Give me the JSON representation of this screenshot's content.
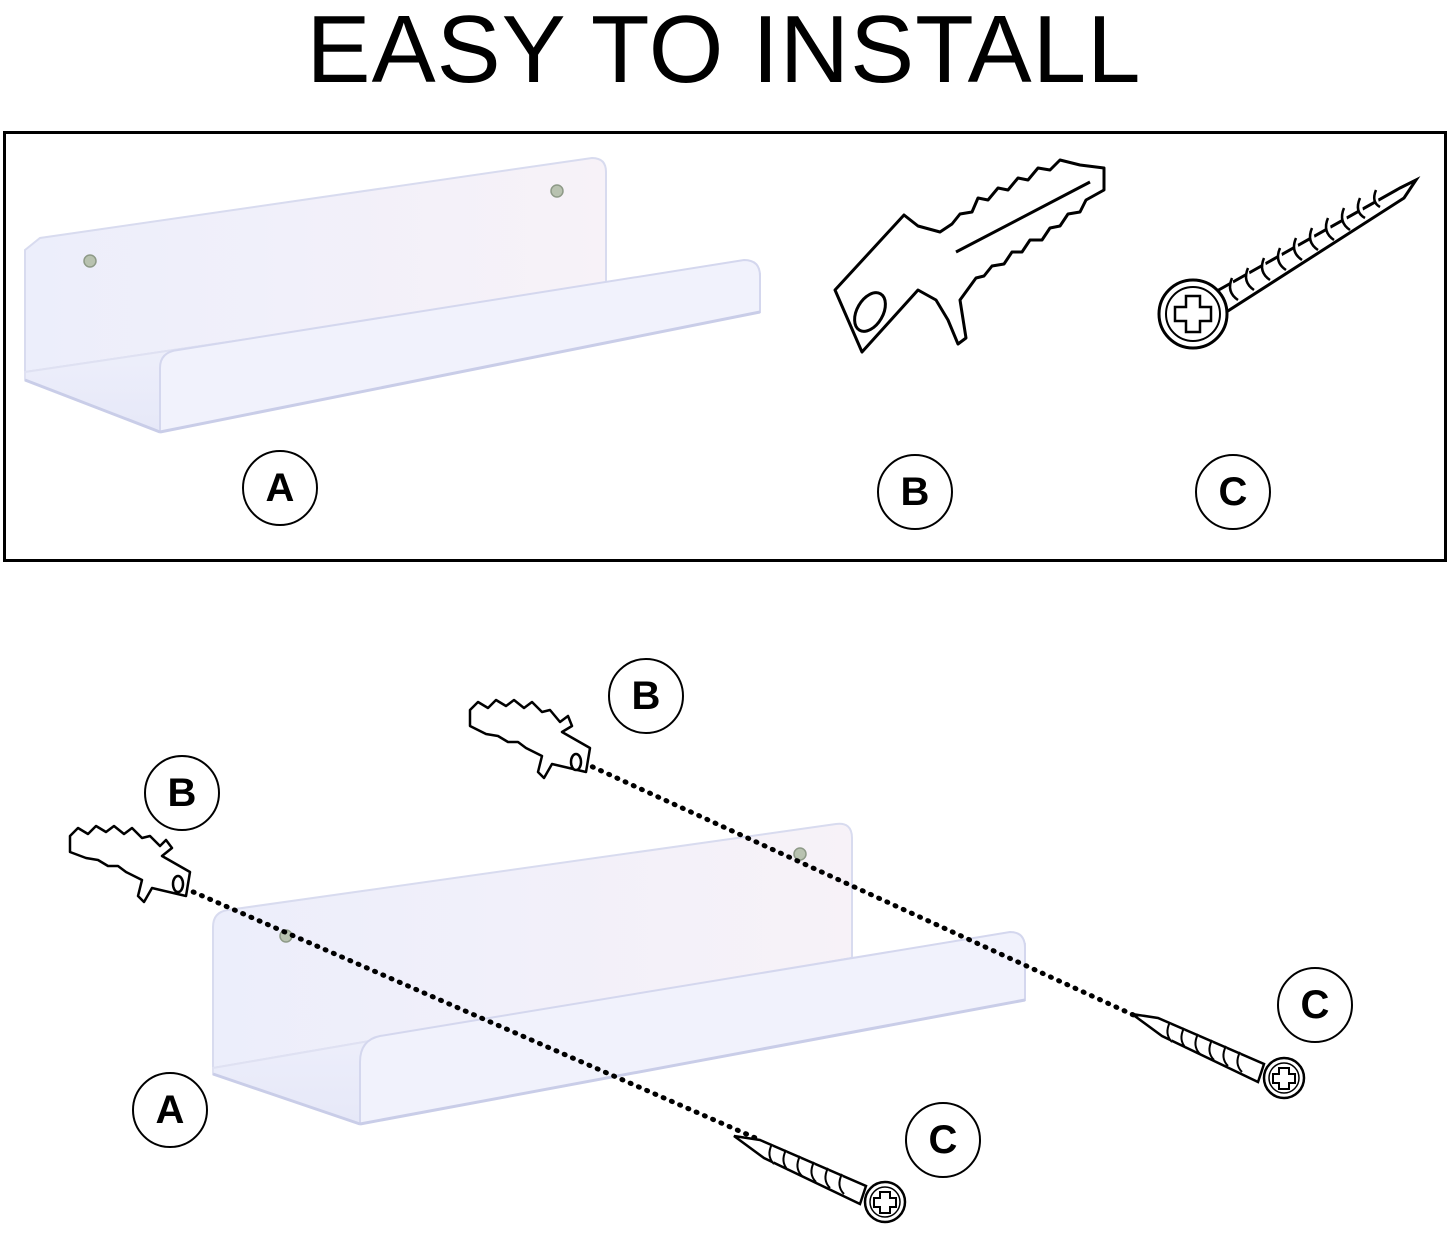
{
  "title": "EASY TO INSTALL",
  "parts": {
    "shelf_label": "A",
    "anchor_label": "B",
    "screw_label": "C"
  },
  "install": {
    "anchor_left_label": "B",
    "anchor_right_label": "B",
    "screw_left_label": "C",
    "screw_right_label": "C",
    "shelf_label": "A"
  },
  "icons": [
    "acrylic-shelf-icon",
    "wall-anchor-icon",
    "screw-icon"
  ],
  "colors": {
    "outline": "#000000",
    "shelf_tint": "#eef0fb"
  }
}
